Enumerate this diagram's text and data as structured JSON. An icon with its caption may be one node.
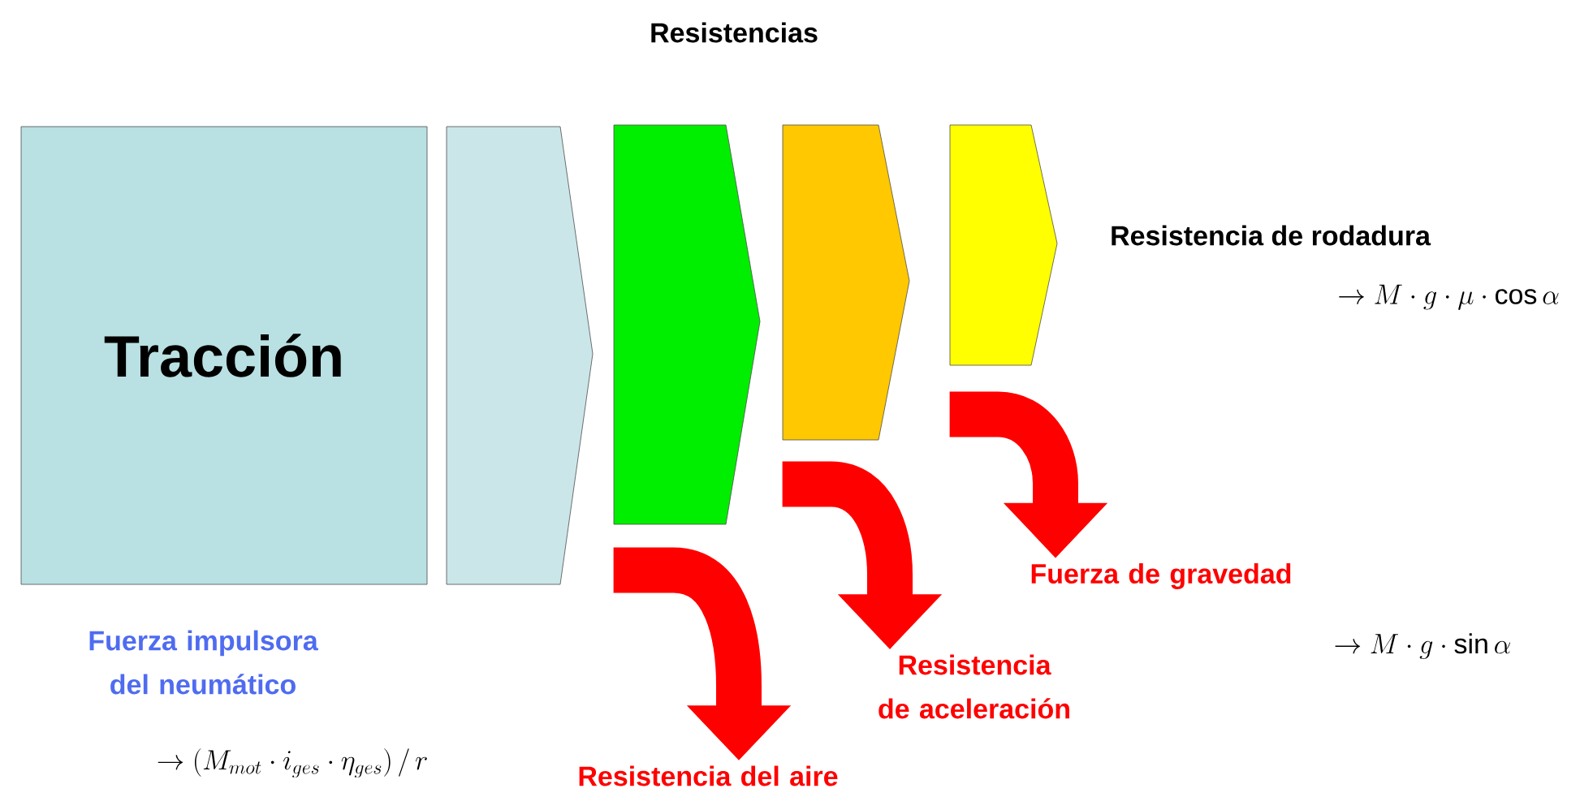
{
  "diagram": {
    "title": "Resistencias",
    "nodes": [
      {
        "text": [
          "Tracción"
        ]
      },
      {
        "text": [],
        "shape": "chevron"
      },
      {
        "text": [],
        "shape": "chevron"
      },
      {
        "text": [],
        "shape": "chevron"
      },
      {
        "text": [],
        "shape": "chevron"
      },
      {
        "text": [
          "Resistencia del aire"
        ]
      },
      {
        "text": [
          "Resistencia de aceleración"
        ]
      },
      {
        "text": [
          "Fuerza de gravedad"
        ]
      }
    ],
    "edges": [
      {
        "from": 2,
        "to": 5,
        "arrow": "to"
      },
      {
        "from": 3,
        "to": 6,
        "arrow": "to"
      },
      {
        "from": 4,
        "to": 7,
        "arrow": "to"
      }
    ],
    "labels": [
      "Resistencia de rodadura",
      "\\rightarrow M\\cdot g\\cdot \\mu\\cdot \\cos\\alpha",
      "Fuerza impulsora del neumático",
      "\\rightarrow (M_{mot}\\cdot i_{ges}\\cdot \\eta_{ges})\\,/\\,r",
      "\\rightarrow M\\cdot g\\cdot \\sin\\alpha"
    ]
  }
}
